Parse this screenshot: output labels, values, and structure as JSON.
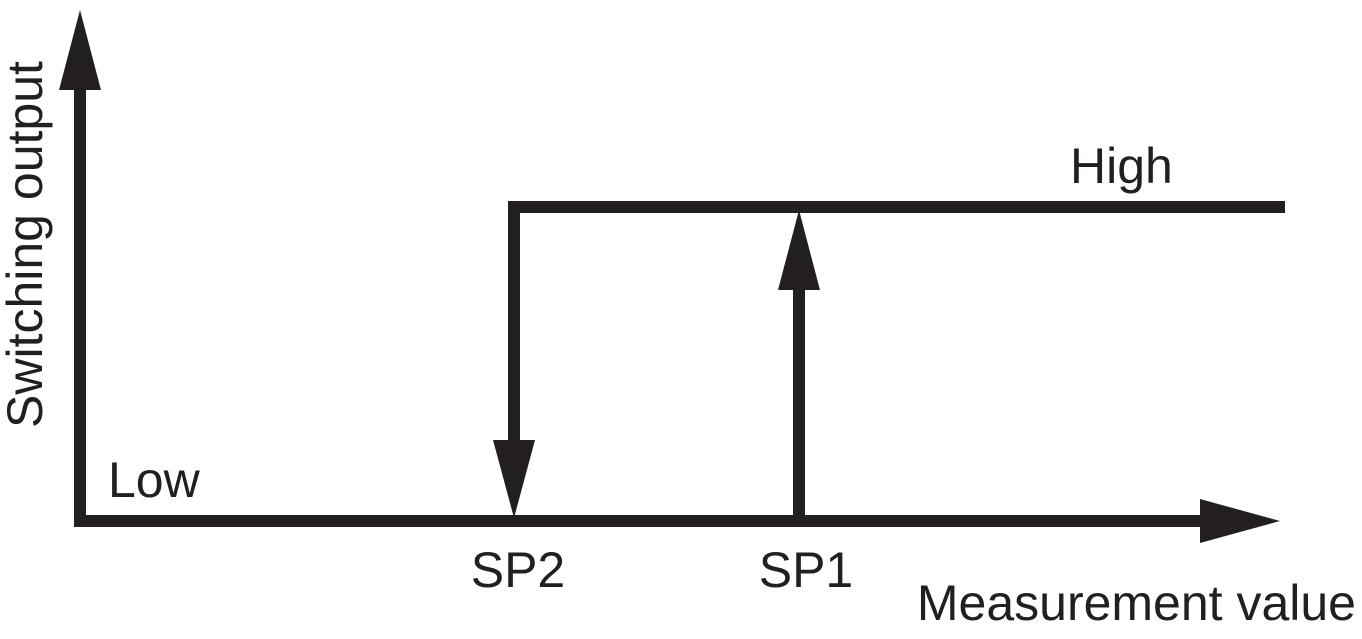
{
  "diagram": {
    "y_axis_label": "Switching output",
    "x_axis_label": "Measurement value",
    "state_high": "High",
    "state_low": "Low",
    "setpoint_1": "SP1",
    "setpoint_2": "SP2"
  },
  "colors": {
    "ink": "#231f20",
    "background": "#ffffff"
  }
}
